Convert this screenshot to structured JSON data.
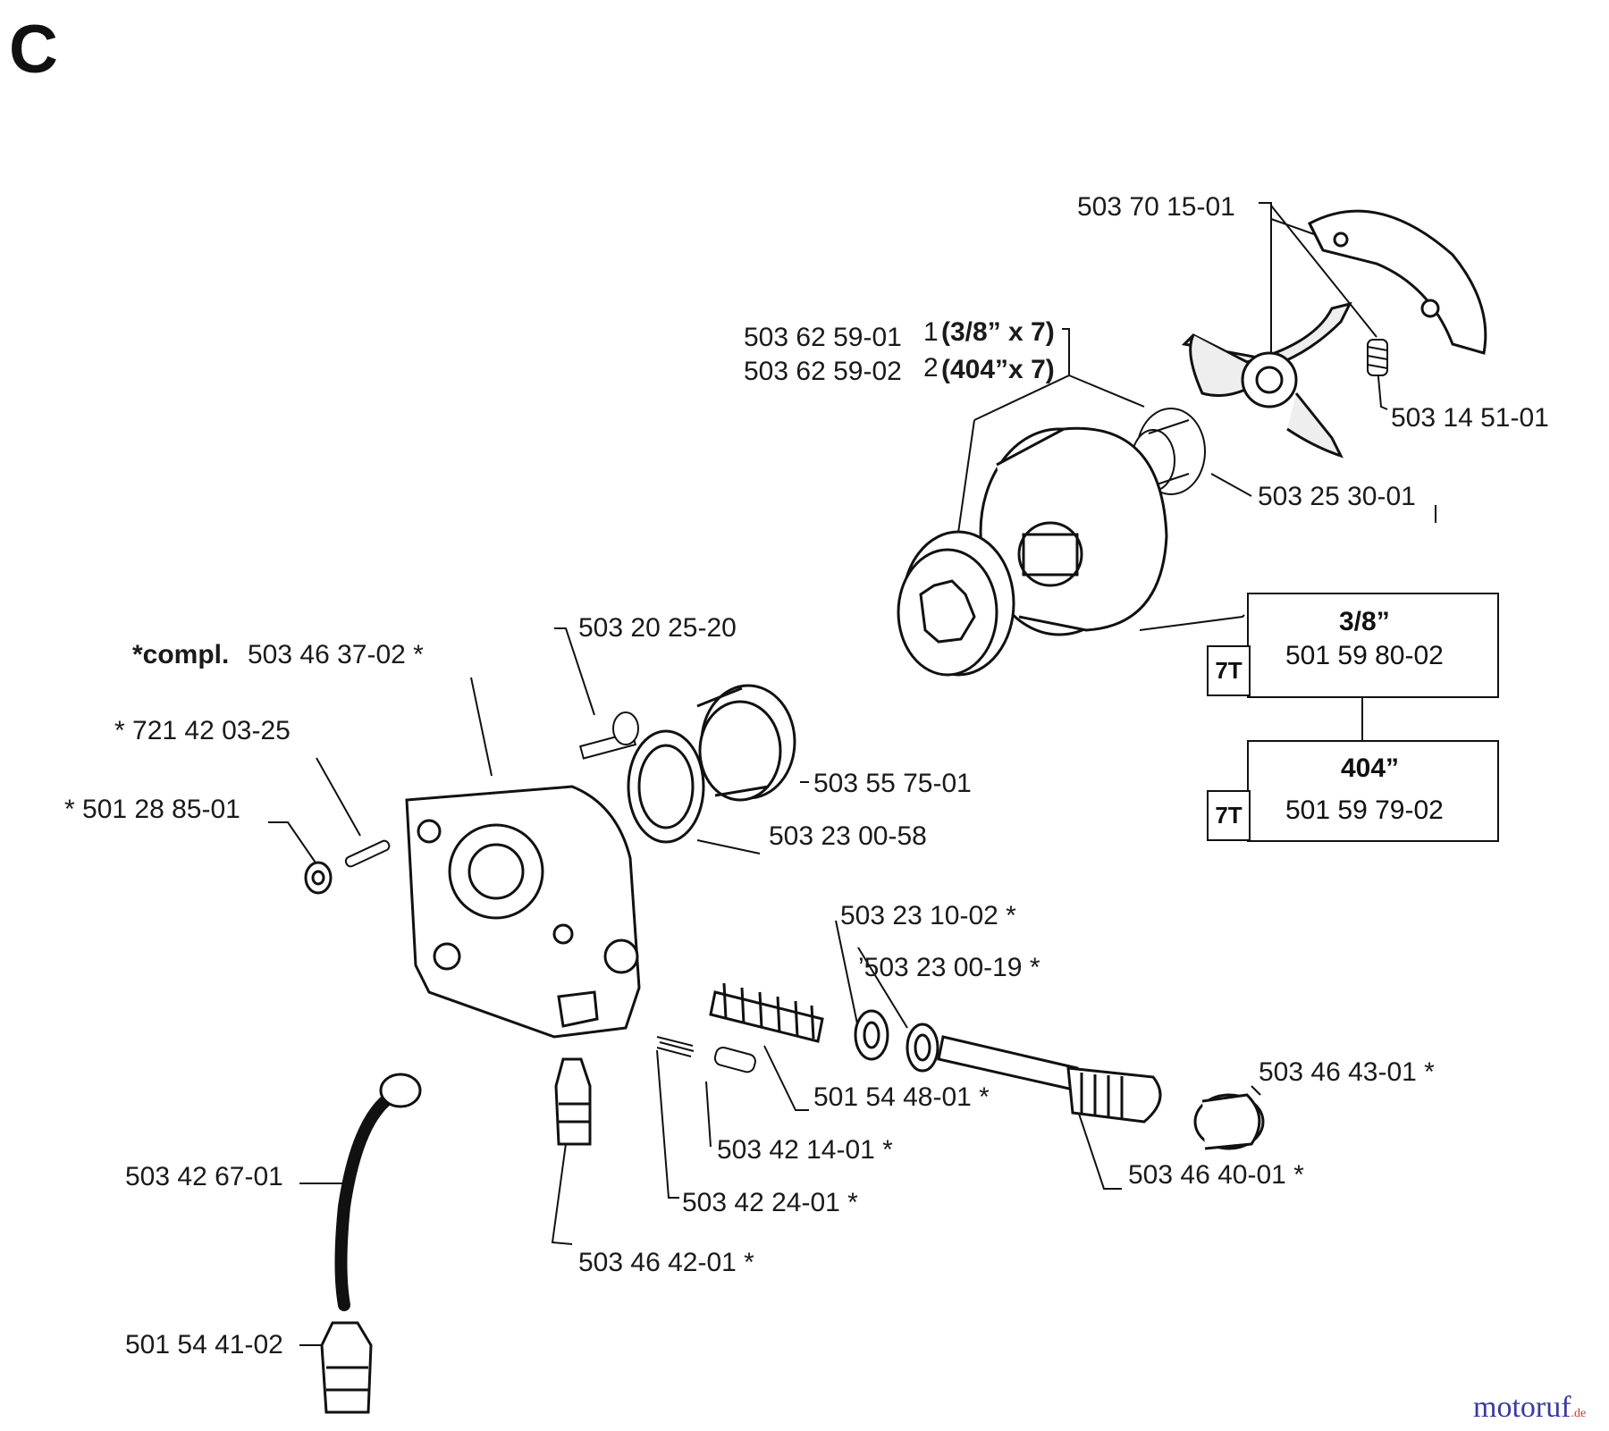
{
  "section_letter": "C",
  "callouts": {
    "shoe_70_15": "503 70 15-01",
    "drum_a_num": "503 62 59-01",
    "drum_a_idx": "1",
    "drum_a_spec": "(3/8” x 7)",
    "drum_b_num": "503 62 59-02",
    "drum_b_idx": "2",
    "drum_b_spec": "(404”x 7)",
    "spring_14_51": "503 14 51-01",
    "bearing_25_30": "503 25 30-01",
    "screw_20_25": "503 20 25-20",
    "compl_prefix": "*compl.",
    "compl_num": "503 46 37-02 *",
    "pin_721": "* 721 42 03-25",
    "washer_28_85": "* 501 28 85-01",
    "worm_55_75": "503 55 75-01",
    "washer_23_00_58": "503 23 00-58",
    "washer_23_10": "503 23 10-02 *",
    "washer_23_00_19": "’503 23 00-19 *",
    "spring_54_48": "501 54 48-01 *",
    "piston_42_14": "503 42 14-01 *",
    "spring_42_24": "503 42 24-01 *",
    "nipple_46_42": "503 46 42-01 *",
    "cap_46_43": "503 46 43-01 *",
    "shaft_46_40": "503 46 40-01 *",
    "hose_42_67": "503 42 67-01",
    "filter_54_41": "501 54 41-02"
  },
  "sprocket_table": [
    {
      "pitch": "3/8”",
      "teeth": "7T",
      "part": "501 59 80-02"
    },
    {
      "pitch": "404”",
      "teeth": "7T",
      "part": "501 59 79-02"
    }
  ],
  "watermark": {
    "main": "motoruf",
    "suffix": ".de"
  }
}
